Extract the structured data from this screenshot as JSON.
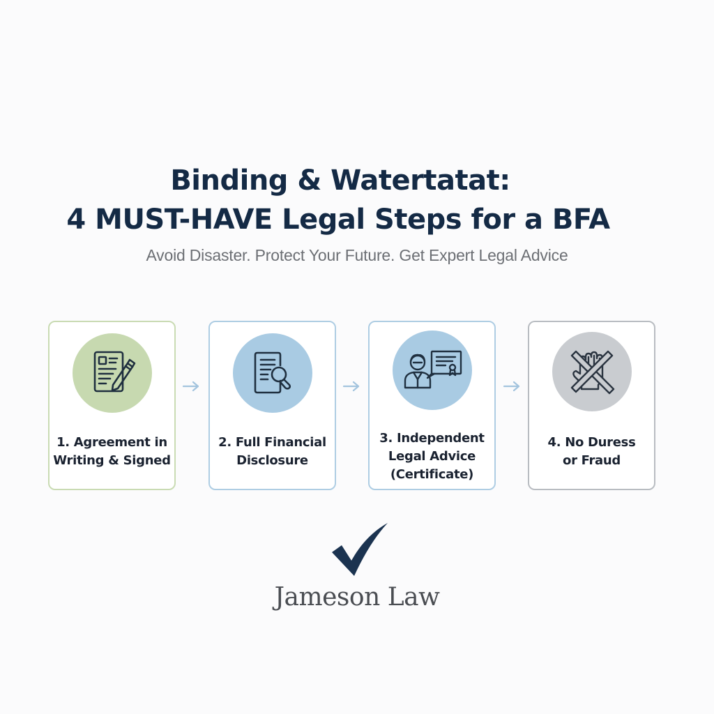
{
  "header": {
    "title_line1": "Binding & Watertatat:",
    "title_line2": "4 MUST-HAVE Legal Steps for a BFA",
    "subtitle": "Avoid Disaster. Protect Your Future. Get Expert Legal Advice"
  },
  "steps": [
    {
      "label_line1": "1. Agreement in",
      "label_line2": "Writing & Signed",
      "label_line3": "",
      "icon": "document-pen-icon",
      "border_color": "#c9dbb3",
      "circle_color": "#c7d9b0"
    },
    {
      "label_line1": "2. Full Financial",
      "label_line2": "Disclosure",
      "label_line3": "",
      "icon": "document-search-icon",
      "border_color": "#aecde3",
      "circle_color": "#a9cbe3"
    },
    {
      "label_line1": "3. Independent",
      "label_line2": "Legal Advice",
      "label_line3": "(Certificate)",
      "icon": "lawyer-certificate-icon",
      "border_color": "#aecde3",
      "circle_color": "#a9cbe3"
    },
    {
      "label_line1": "4. No Duress",
      "label_line2": "or Fraud",
      "label_line3": "",
      "icon": "crossed-hand-icon",
      "border_color": "#b8bcc1",
      "circle_color": "#c9ccd0"
    }
  ],
  "arrows": [
    "arrow-right-icon",
    "arrow-right-icon",
    "arrow-right-icon"
  ],
  "footer": {
    "brand": "Jameson Law",
    "logo_icon": "checkmark-icon"
  },
  "colors": {
    "title": "#142a45",
    "subtitle": "#6c6f74",
    "arrow": "#a3c4de",
    "check": "#1b3350",
    "icon_stroke": "#1f2f3f"
  }
}
